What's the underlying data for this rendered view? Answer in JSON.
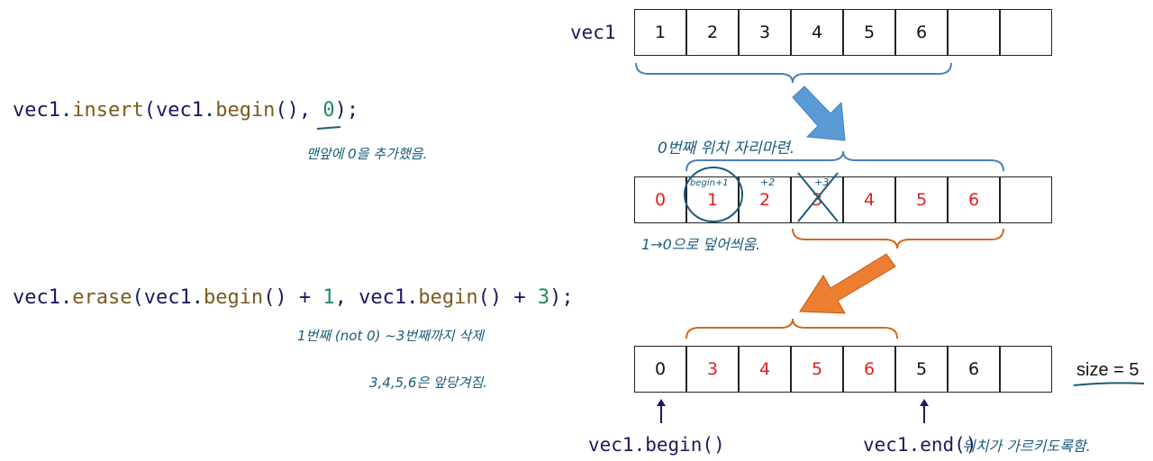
{
  "code": {
    "insert": {
      "obj": "vec1",
      "method": "insert",
      "arg_obj": "vec1",
      "arg_method": "begin",
      "value": "0"
    },
    "erase": {
      "obj": "vec1",
      "method": "erase",
      "arg1_obj": "vec1",
      "arg1_method": "begin",
      "arg1_offset": "1",
      "arg2_obj": "vec1",
      "arg2_method": "begin",
      "arg2_offset": "3"
    }
  },
  "vec1_label": "vec1",
  "rows": {
    "row1": [
      "1",
      "2",
      "3",
      "4",
      "5",
      "6",
      "",
      ""
    ],
    "row2": [
      "0",
      "1",
      "2",
      "3",
      "4",
      "5",
      "6",
      ""
    ],
    "row3": [
      "0",
      "3",
      "4",
      "5",
      "6",
      "5",
      "6",
      ""
    ]
  },
  "notes": {
    "insert_note": "맨앞에 0을 추가했음.",
    "space_note": "0번째 위치 자리마련.",
    "shift_note": "1→0으로 덮어씌움.",
    "erase_note1": "1번째 (not 0) ~3번째까지 삭제",
    "erase_note2": "3,4,5,6은 앞당겨짐.",
    "end_note": "위치가 가르키도록함.",
    "cell_note_1": "begin+1",
    "cell_note_2": "+2",
    "cell_note_3": "+3"
  },
  "pointers": {
    "begin": "vec1.begin()",
    "end": "vec1.end()"
  },
  "size_label": "size = 5",
  "colors": {
    "blue_brace": "#4a7fc0",
    "orange_brace": "#d2691e",
    "blue_arrow": "#5b9bd5",
    "orange_arrow": "#ed7d31",
    "red_text": "#e02020"
  }
}
